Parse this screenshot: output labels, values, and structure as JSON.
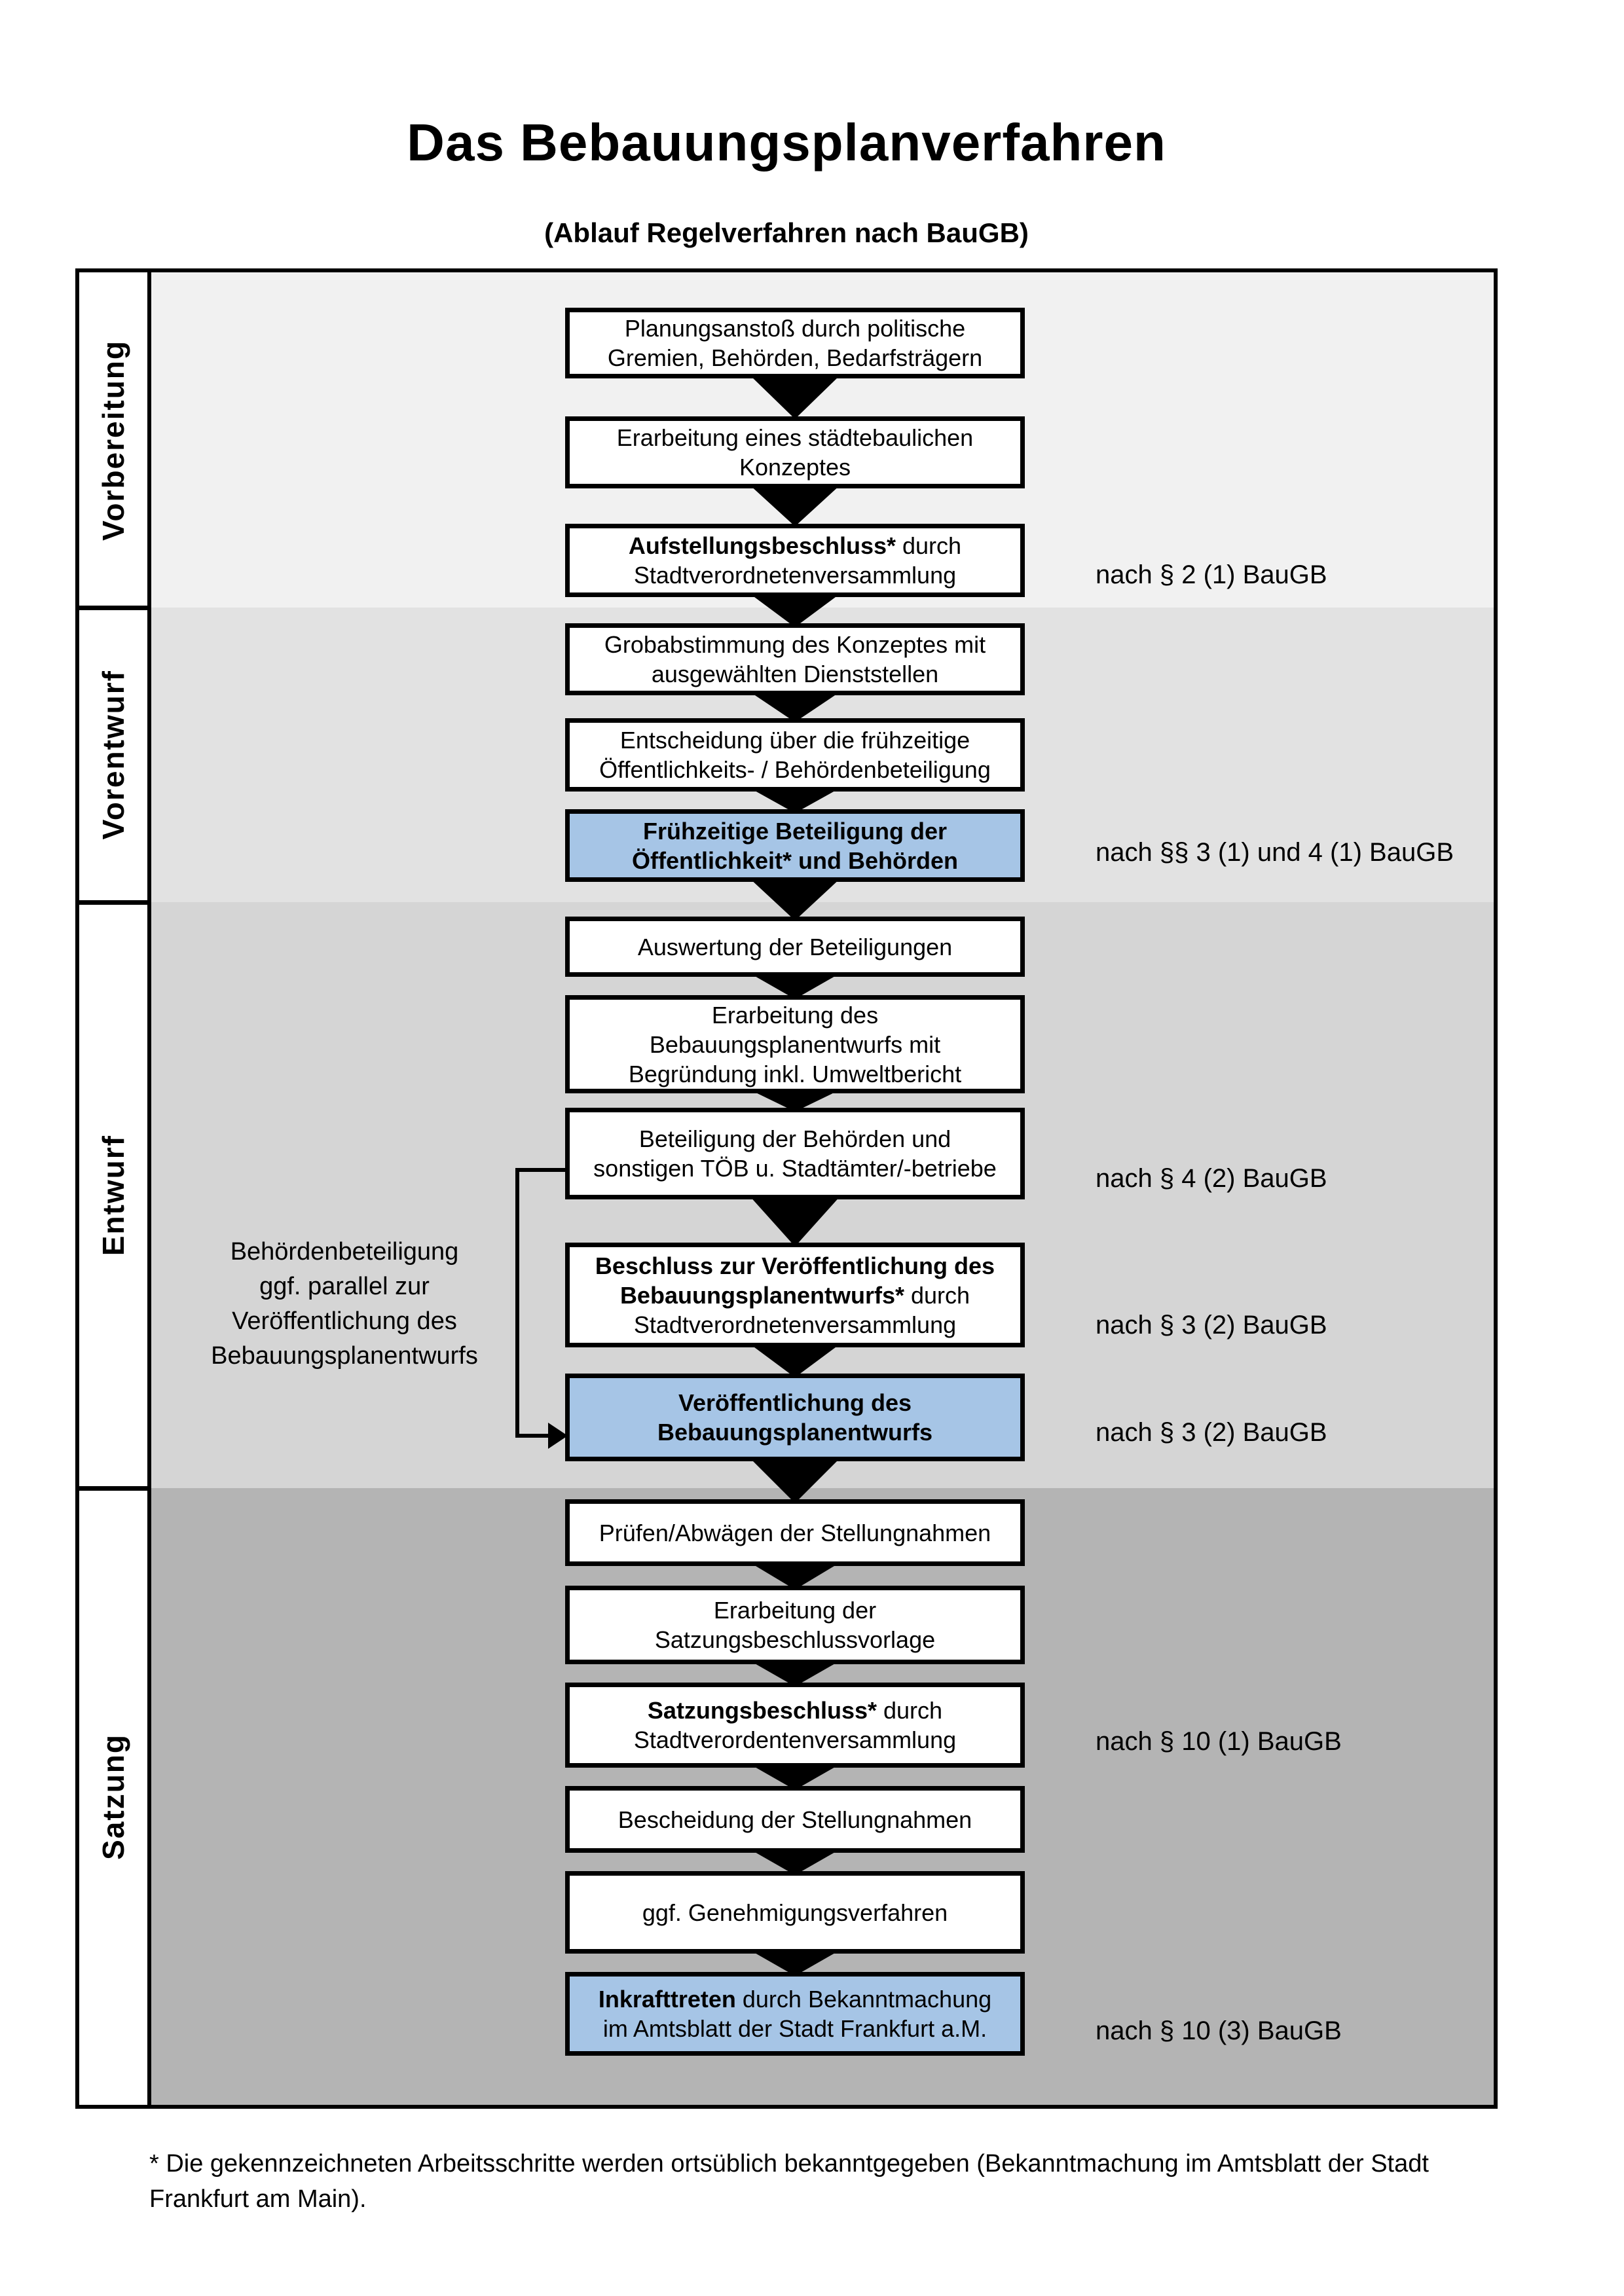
{
  "title": "Das Bebauungsplanverfahren",
  "subtitle": "(Ablauf Regelverfahren nach BauGB)",
  "colors": {
    "highlight": "#a6c5e6",
    "band_vorbereitung": "#f1f1f1",
    "band_vorentwurf": "#e2e2e2",
    "band_entwurf": "#d5d5d5",
    "band_satzung": "#b4b4b4"
  },
  "phases": [
    {
      "label": "Vorbereitung"
    },
    {
      "label": "Vorentwurf"
    },
    {
      "label": "Entwurf"
    },
    {
      "label": "Satzung"
    }
  ],
  "flow": {
    "boxes": [
      {
        "id": "b1",
        "phase": "Vorbereitung",
        "highlight": false,
        "lines": [
          [
            {
              "t": "Planungsanstoß durch politische"
            }
          ],
          [
            {
              "t": "Gremien, Behörden, Bedarfsträgern"
            }
          ]
        ]
      },
      {
        "id": "b2",
        "phase": "Vorbereitung",
        "highlight": false,
        "lines": [
          [
            {
              "t": "Erarbeitung eines städtebaulichen"
            }
          ],
          [
            {
              "t": "Konzeptes"
            }
          ]
        ]
      },
      {
        "id": "b3",
        "phase": "Vorbereitung",
        "highlight": false,
        "lines": [
          [
            {
              "t": "Aufstellungsbeschluss*",
              "b": true
            },
            {
              "t": " durch"
            }
          ],
          [
            {
              "t": "Stadtverordnetenversammlung"
            }
          ]
        ]
      },
      {
        "id": "b4",
        "phase": "Vorentwurf",
        "highlight": false,
        "lines": [
          [
            {
              "t": "Grobabstimmung des Konzeptes mit"
            }
          ],
          [
            {
              "t": "ausgewählten Dienststellen"
            }
          ]
        ]
      },
      {
        "id": "b5",
        "phase": "Vorentwurf",
        "highlight": false,
        "lines": [
          [
            {
              "t": "Entscheidung über die frühzeitige"
            }
          ],
          [
            {
              "t": "Öffentlichkeits- / Behördenbeteiligung"
            }
          ]
        ]
      },
      {
        "id": "b6",
        "phase": "Vorentwurf",
        "highlight": true,
        "lines": [
          [
            {
              "t": "Frühzeitige Beteiligung der",
              "b": true
            }
          ],
          [
            {
              "t": "Öffentlichkeit* und Behörden",
              "b": true
            }
          ]
        ]
      },
      {
        "id": "b7",
        "phase": "Entwurf",
        "highlight": false,
        "lines": [
          [
            {
              "t": "Auswertung der Beteiligungen"
            }
          ]
        ]
      },
      {
        "id": "b8",
        "phase": "Entwurf",
        "highlight": false,
        "lines": [
          [
            {
              "t": "Erarbeitung des"
            }
          ],
          [
            {
              "t": "Bebauungsplanentwurfs mit"
            }
          ],
          [
            {
              "t": "Begründung inkl. Umweltbericht"
            }
          ]
        ]
      },
      {
        "id": "b9",
        "phase": "Entwurf",
        "highlight": false,
        "lines": [
          [
            {
              "t": "Beteiligung der Behörden und"
            }
          ],
          [
            {
              "t": "sonstigen TÖB u. Stadtämter/-betriebe"
            }
          ]
        ]
      },
      {
        "id": "b10",
        "phase": "Entwurf",
        "highlight": false,
        "lines": [
          [
            {
              "t": "Beschluss zur Veröffentlichung des",
              "b": true
            }
          ],
          [
            {
              "t": "Bebauungsplanentwurfs*",
              "b": true
            },
            {
              "t": " durch"
            }
          ],
          [
            {
              "t": "Stadtverordnetenversammlung"
            }
          ]
        ]
      },
      {
        "id": "b11",
        "phase": "Entwurf",
        "highlight": true,
        "lines": [
          [
            {
              "t": "Veröffentlichung des",
              "b": true
            }
          ],
          [
            {
              "t": "Bebauungsplanentwurfs",
              "b": true
            }
          ]
        ]
      },
      {
        "id": "b12",
        "phase": "Satzung",
        "highlight": false,
        "lines": [
          [
            {
              "t": "Prüfen/Abwägen der Stellungnahmen"
            }
          ]
        ]
      },
      {
        "id": "b13",
        "phase": "Satzung",
        "highlight": false,
        "lines": [
          [
            {
              "t": "Erarbeitung der"
            }
          ],
          [
            {
              "t": "Satzungsbeschlussvorlage"
            }
          ]
        ]
      },
      {
        "id": "b14",
        "phase": "Satzung",
        "highlight": false,
        "lines": [
          [
            {
              "t": "Satzungsbeschluss*",
              "b": true
            },
            {
              "t": " durch"
            }
          ],
          [
            {
              "t": "Stadtverordentenversammlung"
            }
          ]
        ]
      },
      {
        "id": "b15",
        "phase": "Satzung",
        "highlight": false,
        "lines": [
          [
            {
              "t": "Bescheidung der Stellungnahmen"
            }
          ]
        ]
      },
      {
        "id": "b16",
        "phase": "Satzung",
        "highlight": false,
        "lines": [
          [
            {
              "t": "ggf. Genehmigungsverfahren"
            }
          ]
        ]
      },
      {
        "id": "b17",
        "phase": "Satzung",
        "highlight": true,
        "lines": [
          [
            {
              "t": "Inkrafttreten",
              "b": true
            },
            {
              "t": " durch Bekanntmachung"
            }
          ],
          [
            {
              "t": "im Amtsblatt der Stadt Frankfurt a.M."
            }
          ]
        ]
      }
    ]
  },
  "annotations": [
    {
      "text": "nach § 2 (1) BauGB"
    },
    {
      "text": "nach §§ 3 (1) und 4 (1) BauGB"
    },
    {
      "text": "nach § 4 (2) BauGB"
    },
    {
      "text": "nach § 3 (2) BauGB"
    },
    {
      "text": "nach § 3 (2) BauGB"
    },
    {
      "text": "nach § 10 (1) BauGB"
    },
    {
      "text": "nach § 10 (3) BauGB"
    }
  ],
  "side_note": {
    "lines": [
      "Behördenbeteiligung",
      "ggf. parallel zur",
      "Veröffentlichung des",
      "Bebauungsplanentwurfs"
    ]
  },
  "footnote": {
    "line1": "* Die gekennzeichneten Arbeitsschritte werden ortsüblich bekanntgegeben (Bekanntmachung im Amtsblatt  der Stadt",
    "line2": "Frankfurt am Main)."
  }
}
